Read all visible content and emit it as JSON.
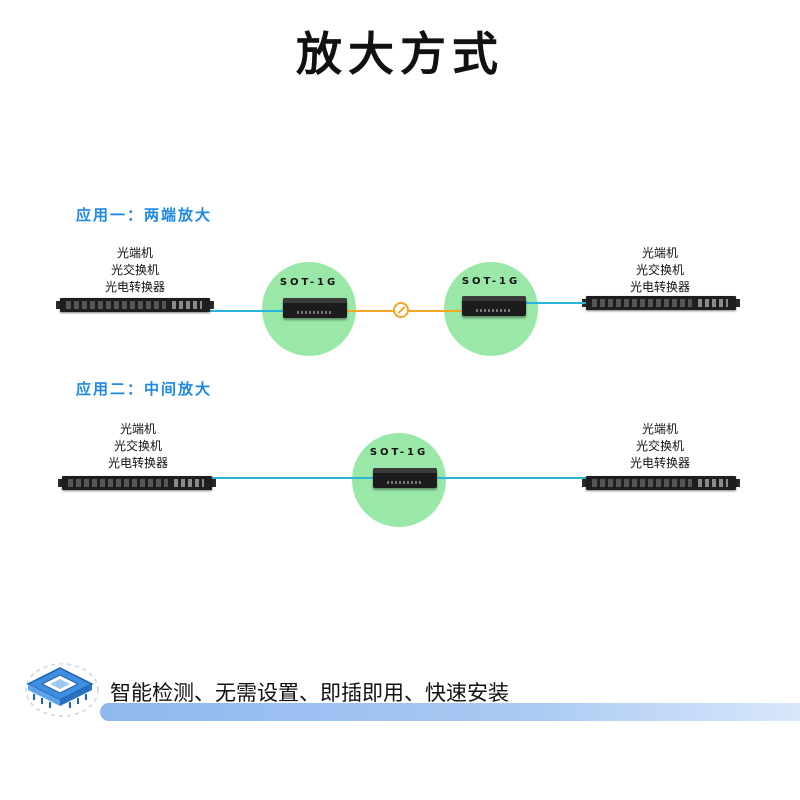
{
  "title": "放大方式",
  "application_one": {
    "label": "应用一：两端放大",
    "left_device": [
      "光端机",
      "光交换机",
      "光电转换器"
    ],
    "right_device": [
      "光端机",
      "光交换机",
      "光电转换器"
    ],
    "amplifiers": [
      {
        "label": "SOT-1G"
      },
      {
        "label": "SOT-1G"
      }
    ]
  },
  "application_two": {
    "label": "应用二：中间放大",
    "left_device": [
      "光端机",
      "光交换机",
      "光电转换器"
    ],
    "right_device": [
      "光端机",
      "光交换机",
      "光电转换器"
    ],
    "amplifiers": [
      {
        "label": "SOT-1G"
      }
    ]
  },
  "feature": "智能检测、无需设置、即插即用、快速安装",
  "colors": {
    "accent_blue": "#1e88e5",
    "fiber_blue": "#29b6d8",
    "fiber_orange": "#f5a623",
    "circle_green": "#9ae8a8"
  },
  "icons": {
    "feature_icon": "chip-icon",
    "break_icon": "break-icon"
  }
}
